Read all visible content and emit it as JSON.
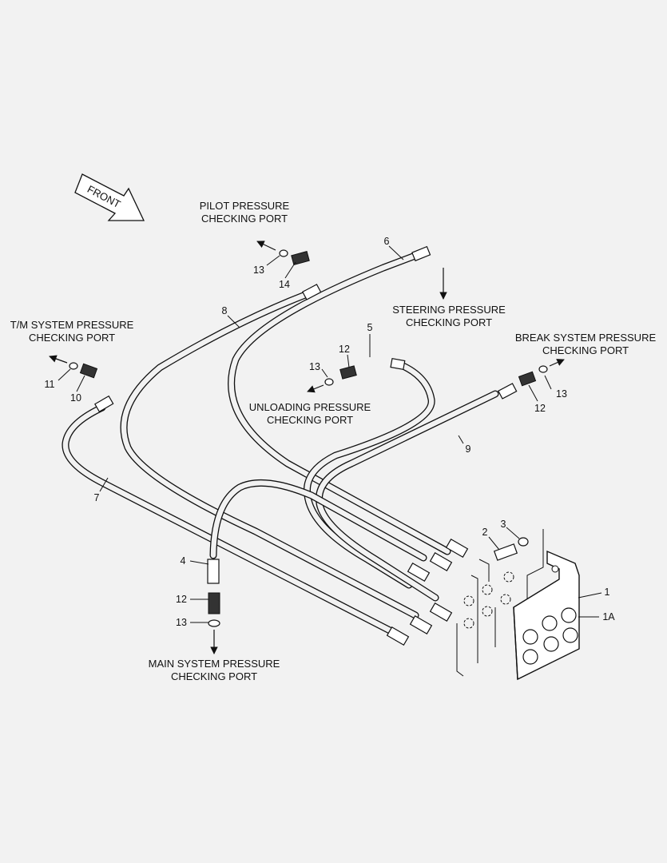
{
  "front_label": "FRONT",
  "ports": {
    "pilot": [
      "PILOT PRESSURE",
      "CHECKING PORT"
    ],
    "steering": [
      "STEERING PRESSURE",
      "CHECKING PORT"
    ],
    "tm_system": [
      "T/M SYSTEM PRESSURE",
      "CHECKING PORT"
    ],
    "break_system": [
      "BREAK SYSTEM PRESSURE",
      "CHECKING PORT"
    ],
    "unloading": [
      "UNLOADING PRESSURE",
      "CHECKING PORT"
    ],
    "main_system": [
      "MAIN SYSTEM PRESSURE",
      "CHECKING PORT"
    ]
  },
  "callouts": {
    "pilot_13": "13",
    "pilot_14": "14",
    "hose_8": "8",
    "hose_6": "6",
    "unload_5": "5",
    "unload_12": "12",
    "unload_13": "13",
    "tm_11": "11",
    "tm_10": "10",
    "hose_7": "7",
    "break_13": "13",
    "break_12": "12",
    "hose_9": "9",
    "bolt_2": "2",
    "washer_3": "3",
    "bracket_1": "1",
    "bracket_1a": "1A",
    "main_4": "4",
    "main_12": "12",
    "main_13": "13"
  },
  "colors": {
    "line": "#111111",
    "background": "#f2f2f2"
  }
}
